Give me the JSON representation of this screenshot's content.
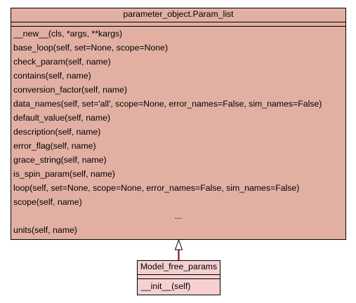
{
  "parent_class": {
    "name": "parameter_object.Param_list",
    "methods": [
      "__new__(cls, *args, **kargs)",
      "base_loop(self, set=None, scope=None)",
      "check_param(self, name)",
      "contains(self, name)",
      "conversion_factor(self, name)",
      "data_names(self, set='all', scope=None, error_names=False, sim_names=False)",
      "default_value(self, name)",
      "description(self, name)",
      "error_flag(self, name)",
      "grace_string(self, name)",
      "is_spin_param(self, name)",
      "loop(self, set=None, scope=None, error_names=False, sim_names=False)",
      "scope(self, name)"
    ],
    "ellipsis": "...",
    "trailing_method": "units(self, name)",
    "fill_color": "#e2b0a3"
  },
  "child_class": {
    "name": "Model_free_params",
    "methods": [
      "__init__(self)"
    ],
    "fill_color": "#f6d0d0"
  },
  "relationship": {
    "type": "inheritance",
    "arrow_color": "#8b0000"
  }
}
